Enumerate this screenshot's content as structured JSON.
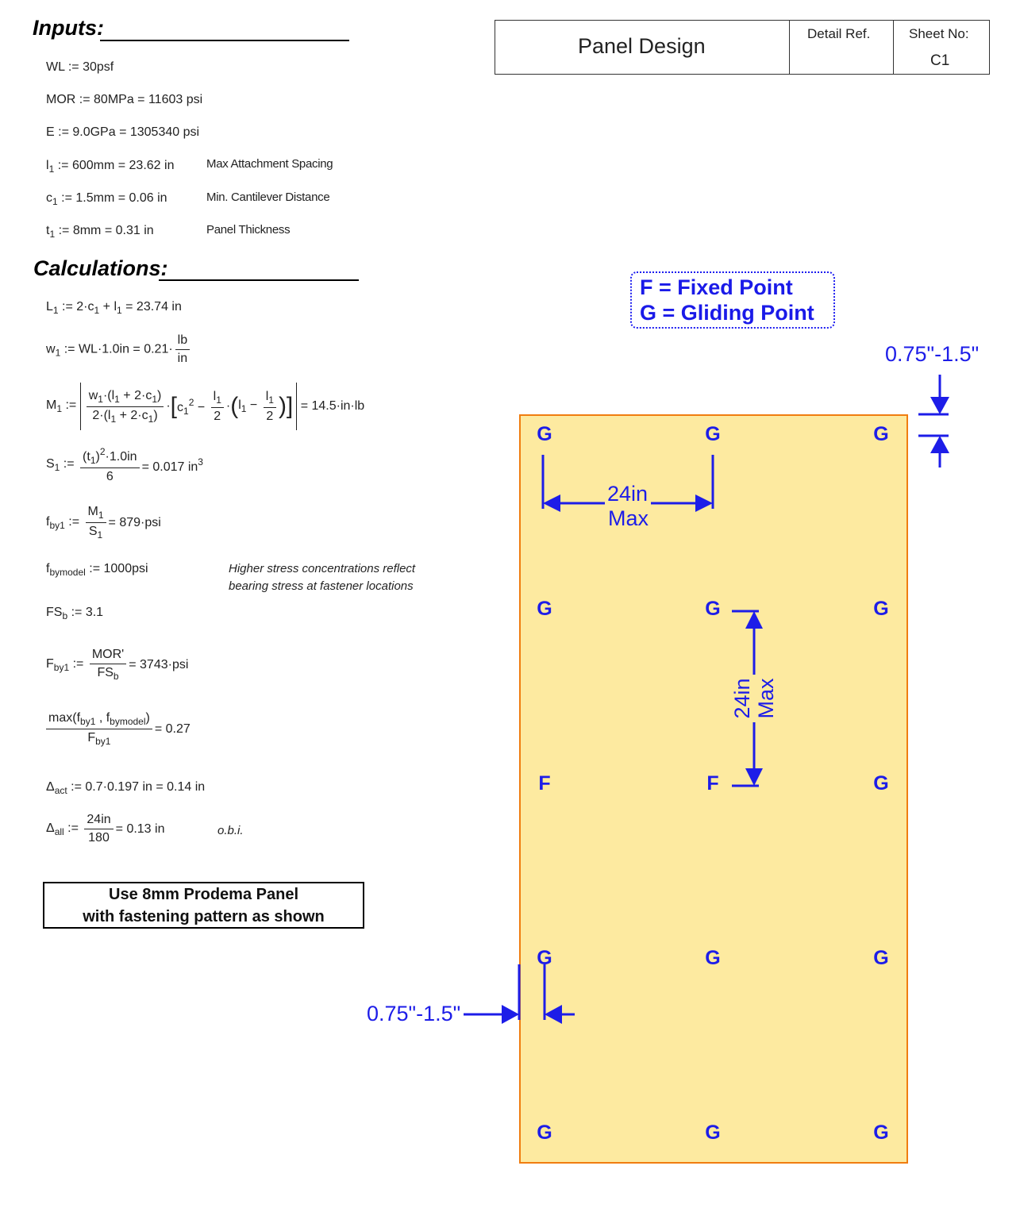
{
  "header": {
    "title": "Panel Design",
    "detail_ref_label": "Detail Ref.",
    "detail_ref_value": "",
    "sheet_no_label": "Sheet No:",
    "sheet_no_value": "C1"
  },
  "inputs": {
    "heading": "Inputs:",
    "wl": {
      "sym": "WL",
      "def": "30psf"
    },
    "mor": {
      "sym": "MOR",
      "def": "80MPa",
      "result": "11603 psi"
    },
    "e": {
      "sym": "E",
      "def": "9.0GPa",
      "result": "1305340 psi"
    },
    "l1": {
      "sym": "l",
      "sub": "1",
      "def": "600mm",
      "result": "23.62 in",
      "note": "Max Attachment Spacing"
    },
    "c1": {
      "sym": "c",
      "sub": "1",
      "def": "1.5mm",
      "result": "0.06 in",
      "note": "Min. Cantilever Distance"
    },
    "t1": {
      "sym": "t",
      "sub": "1",
      "def": "8mm",
      "result": "0.31 in",
      "note": "Panel Thickness"
    }
  },
  "calculations": {
    "heading": "Calculations:",
    "L1": {
      "expr": "2·c",
      "result": "23.74 in"
    },
    "w1": {
      "expr": "WL·1.0in",
      "result": "0.21",
      "num": "lb",
      "den": "in"
    },
    "M1": {
      "result": "14.5·in·lb"
    },
    "S1": {
      "num": "·1.0in",
      "den": "6",
      "result": "0.017 in"
    },
    "fby1": {
      "result": "879·psi"
    },
    "fbymodel": {
      "def": "1000psi",
      "note1": "Higher stress concentrations reflect",
      "note2": "bearing stress at fastener locations"
    },
    "FSb": {
      "def": "3.1"
    },
    "Fby1": {
      "num": "MOR'",
      "result": "3743·psi"
    },
    "ratio": {
      "fn": "max",
      "result": "0.27"
    },
    "dact": {
      "expr": "0.7·0.197 in",
      "result": "0.14 in"
    },
    "dall": {
      "num": "24in",
      "den": "180",
      "result": "0.13 in",
      "note": "o.b.i."
    }
  },
  "conclusion": {
    "line1": "Use 8mm Prodema Panel",
    "line2": "with fastening pattern as shown"
  },
  "legend": {
    "fixed": "F = Fixed Point",
    "gliding": "G = Gliding Point"
  },
  "diagram": {
    "panel_fill": "#fdeaa0",
    "panel_border": "#f07d10",
    "dim_color": "#1d1de8",
    "points": [
      [
        "G",
        "G",
        "G"
      ],
      [
        "G",
        "G",
        "G"
      ],
      [
        "F",
        "F",
        "G"
      ],
      [
        "G",
        "G",
        "G"
      ],
      [
        "G",
        "G",
        "G"
      ]
    ],
    "edge_dim_top": "0.75\"-1.5\"",
    "edge_dim_left": "0.75\"-1.5\"",
    "horiz_spacing_1": "24in",
    "horiz_spacing_2": "Max",
    "vert_spacing_1": "24in",
    "vert_spacing_2": "Max"
  }
}
